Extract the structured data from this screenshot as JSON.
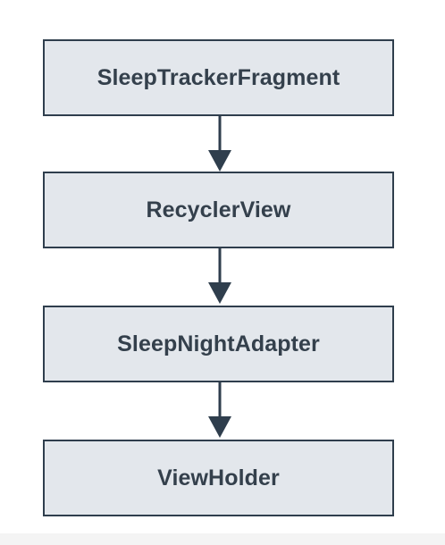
{
  "diagram": {
    "nodes": [
      {
        "label": "SleepTrackerFragment"
      },
      {
        "label": "RecyclerView"
      },
      {
        "label": "SleepNightAdapter"
      },
      {
        "label": "ViewHolder"
      }
    ],
    "colors": {
      "box_fill": "#e3e7ec",
      "box_border": "#2f3e4d",
      "text": "#34404c",
      "arrow": "#2f3e4d"
    }
  }
}
